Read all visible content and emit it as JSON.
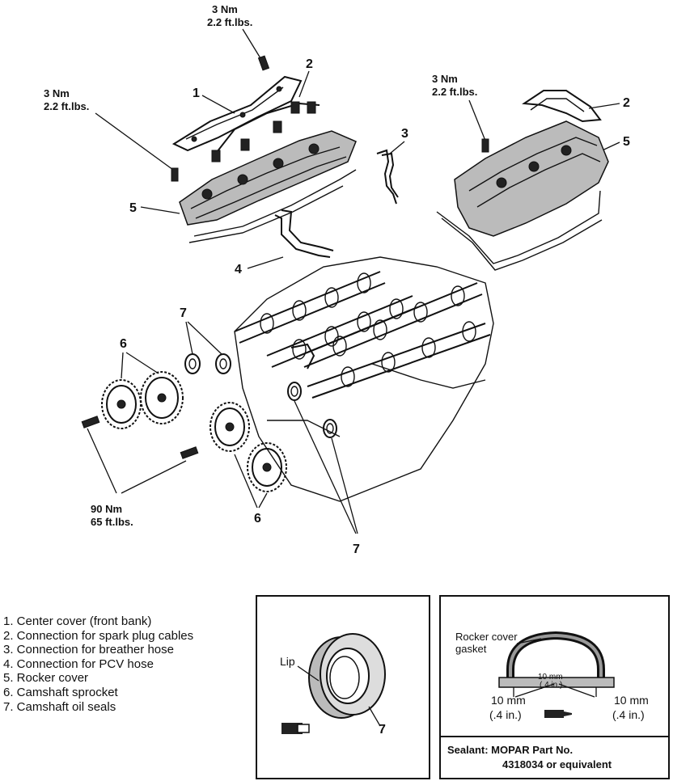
{
  "torque": {
    "top_nm": "3 Nm",
    "top_ftlbs": "2.2 ft.lbs.",
    "left_nm": "3 Nm",
    "left_ftlbs": "2.2 ft.lbs.",
    "right_nm": "3 Nm",
    "right_ftlbs": "2.2 ft.lbs.",
    "sprocket_nm": "90 Nm",
    "sprocket_ftlbs": "65 ft.lbs."
  },
  "callouts": {
    "c1": "1",
    "c2_left": "2",
    "c2_right": "2",
    "c3": "3",
    "c4": "4",
    "c5_left": "5",
    "c5_right": "5",
    "c6_left": "6",
    "c6_right": "6",
    "c7_top": "7",
    "c7_bottom": "7",
    "c7_inset": "7"
  },
  "legend": [
    "1.  Center cover (front bank)",
    "2.  Connection for spark plug cables",
    "3.  Connection for breather hose",
    "4.  Connection for PCV hose",
    "5.  Rocker cover",
    "6.  Camshaft sprocket",
    "7.  Camshaft oil seals"
  ],
  "inset_seal": {
    "lip_label": "Lip"
  },
  "inset_gasket": {
    "gasket_label_1": "Rocker cover",
    "gasket_label_2": "gasket",
    "dim_left_1": "10 mm",
    "dim_left_2": "(.4 in.)",
    "dim_right_1": "10 mm",
    "dim_right_2": "(.4 in.)",
    "inner_1": "10 mm",
    "inner_2": "(.4 in.)",
    "sealant_1": "Sealant:  MOPAR Part No.",
    "sealant_2": "4318034 or equivalent"
  }
}
